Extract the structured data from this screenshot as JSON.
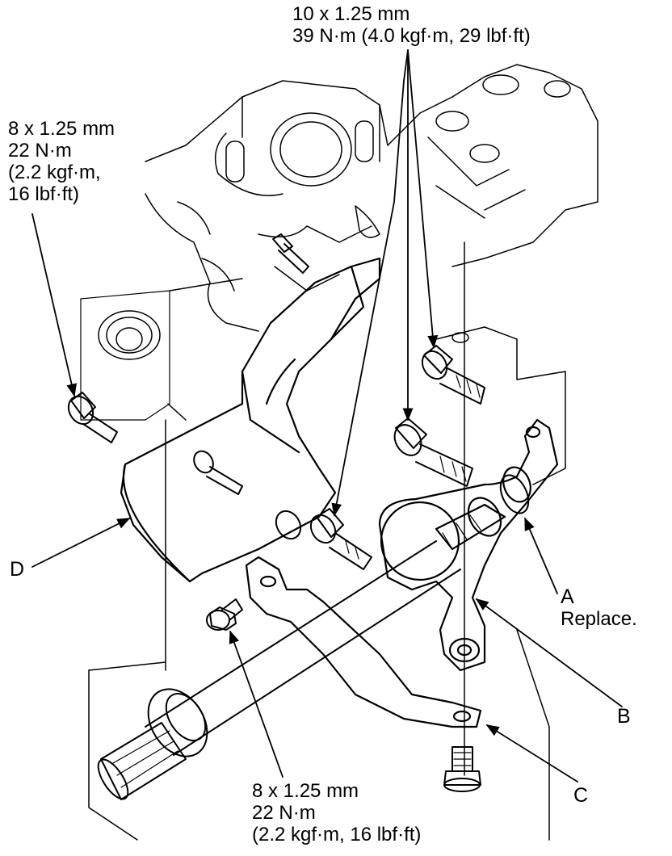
{
  "callouts": {
    "top_bolts": {
      "size": "10 x 1.25 mm",
      "torque": "39 N·m (4.0 kgf·m, 29 lbf·ft)"
    },
    "left_bolt": {
      "size": "8 x 1.25 mm",
      "torque_nm": "22 N·m",
      "torque_kgf": "(2.2 kgf·m,",
      "torque_lbf": "16 lbf·ft)"
    },
    "bottom_bolt": {
      "size": "8 x 1.25 mm",
      "torque_nm": "22 N·m",
      "torque_rest": "(2.2 kgf·m, 16 lbf·ft)"
    }
  },
  "parts": {
    "a": {
      "letter": "A",
      "note": "Replace."
    },
    "b": {
      "letter": "B"
    },
    "c": {
      "letter": "C"
    },
    "d": {
      "letter": "D"
    }
  },
  "colors": {
    "line": "#000000",
    "background": "#ffffff"
  }
}
